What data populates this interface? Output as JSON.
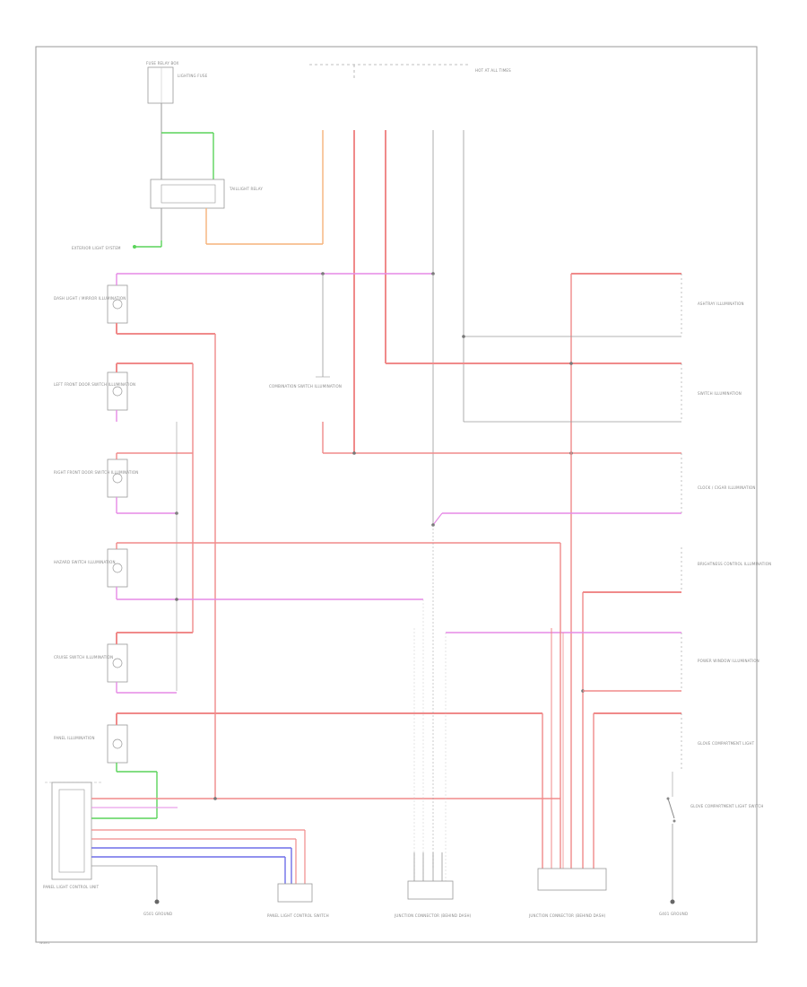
{
  "diagram": {
    "page_code": "WGM1",
    "top_fuse_label": "HOT AT ALL TIMES",
    "fuse_box_label": "FUSE RELAY BOX",
    "fuse_label": "LIGHTING FUSE",
    "relay_box_label": "TAILLIGHT RELAY",
    "ground_left": "EXTERIOR LIGHT SYSTEM",
    "components_left": [
      "DASH LIGHT / MIRROR ILLUMINATION",
      "LEFT FRONT DOOR SWITCH ILLUMINATION",
      "RIGHT FRONT DOOR SWITCH ILLUMINATION",
      "HAZARD SWITCH ILLUMINATION",
      "CRUISE SWITCH ILLUMINATION",
      "PANEL ILLUMINATION"
    ],
    "components_right": [
      "ASHTRAY ILLUMINATION",
      "SWITCH ILLUMINATION",
      "CLOCK / CIGAR ILLUMINATION",
      "BRIGHTNESS CONTROL ILLUMINATION",
      "POWER WINDOW ILLUMINATION",
      "GLOVE COMPARTMENT LIGHT"
    ],
    "center_component": "COMBINATION SWITCH ILLUMINATION",
    "switch_label": "GLOVE COMPARTMENT LIGHT SWITCH",
    "bottom_labels": [
      "G501 GROUND",
      "PANEL LIGHT CONTROL SWITCH",
      "JUNCTION CONNECTOR (BEHIND DASH)",
      "JUNCTION CONNECTOR (BEHIND DASH)",
      "G401 GROUND"
    ],
    "control_unit_label": "PANEL LIGHT CONTROL UNIT",
    "wire_colors": {
      "red": "#f08a8a",
      "magenta": "#e58ae5",
      "green": "#5ad45a",
      "orange": "#f5b27a",
      "blue": "#6f6fe8",
      "gray": "#9a9a9a"
    }
  }
}
